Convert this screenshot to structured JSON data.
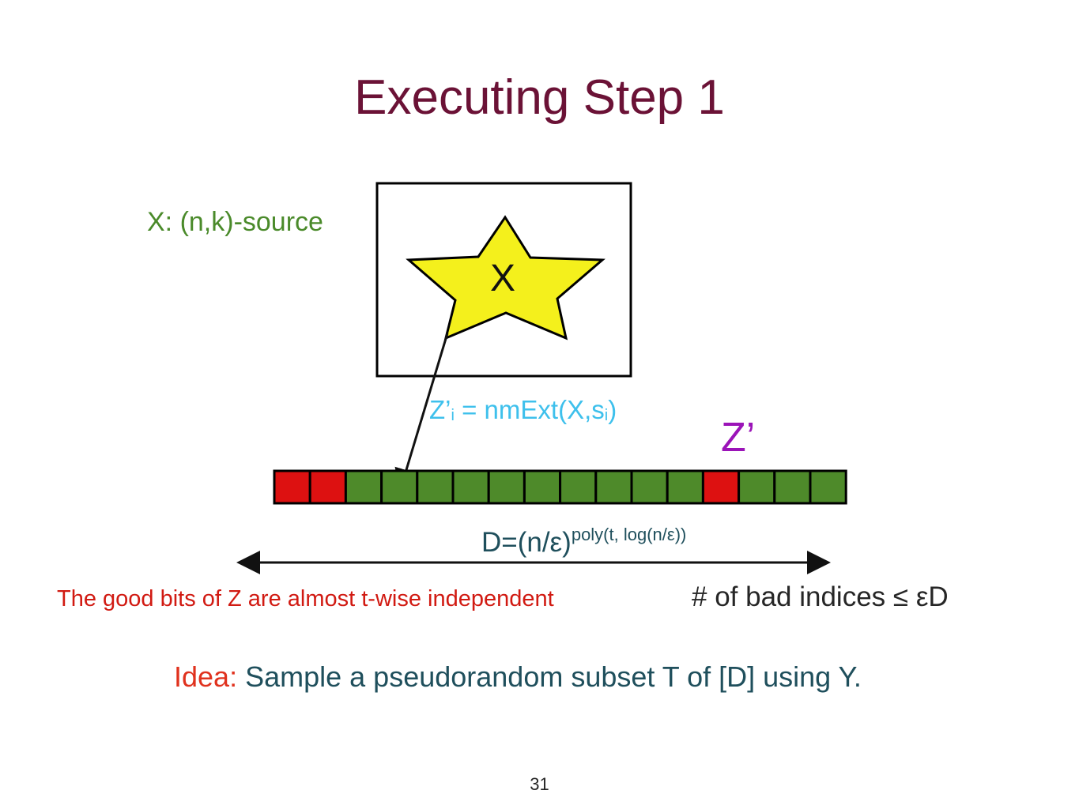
{
  "title": "Executing Step 1",
  "source_label": "X: (n,k)-source",
  "star_label": "X",
  "z_equation": {
    "prefix": "Z’",
    "sub_i": "i",
    "middle": " = nmExt(X,s",
    "sub_i2": "i",
    "suffix": ")"
  },
  "z_prime_label": "Z’",
  "d_formula": {
    "base": "D=(n/ε)",
    "exponent": "poly(t, log(n/ε))"
  },
  "good_bits_text": "The good bits of Z are almost t-wise independent",
  "bad_indices_text": "# of bad indices ≤ εD",
  "idea": {
    "label": "Idea:",
    "text": " Sample a pseudorandom  subset  T of [D] using Y."
  },
  "page_number": "31",
  "bits": [
    "bad",
    "bad",
    "good",
    "good",
    "good",
    "good",
    "good",
    "good",
    "good",
    "good",
    "good",
    "good",
    "bad",
    "good",
    "good",
    "good"
  ],
  "colors": {
    "bad": "#dd1111",
    "good": "#4e8a2a",
    "star": "#f4f01c",
    "title": "#6b1236"
  }
}
